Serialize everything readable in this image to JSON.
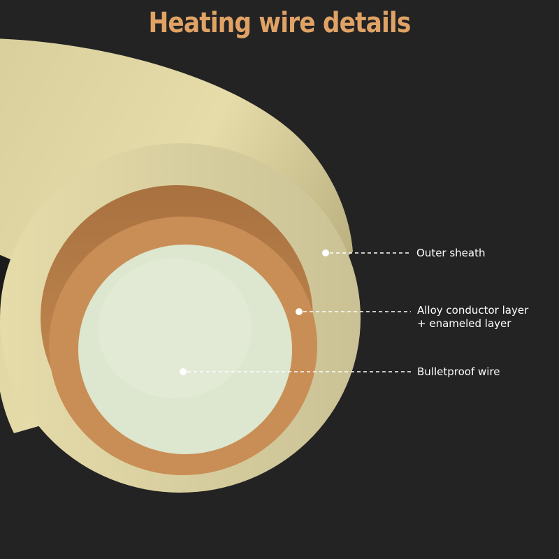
{
  "title": "Heating wire details",
  "colors": {
    "background": "#232323",
    "title": "#e0a265",
    "outer_sheath": "#e6dcaa",
    "conductor_layer": "#c98e55",
    "core": "#dde6cf",
    "label_text": "#ffffff"
  },
  "callouts": {
    "outer_sheath": {
      "line1": "Outer sheath"
    },
    "alloy_conductor": {
      "line1": "Alloy conductor layer",
      "line2": "+ enameled layer"
    },
    "bulletproof_wire": {
      "line1": "Bulletproof wire"
    }
  }
}
